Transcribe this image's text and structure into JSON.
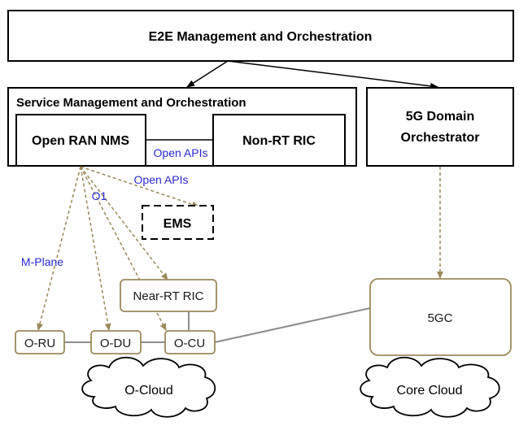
{
  "boxes": {
    "e2e": "E2E Management and Orchestration",
    "smo": "Service Management and Orchestration",
    "open_ran_nms": "Open RAN NMS",
    "non_rt_ric": "Non-RT RIC",
    "domain_orch_line1": "5G Domain",
    "domain_orch_line2": "Orchestrator",
    "ems": "EMS",
    "near_rt_ric": "Near-RT RIC",
    "o_ru": "O-RU",
    "o_du": "O-DU",
    "o_cu": "O-CU",
    "core_5gc": "5GC"
  },
  "labels": {
    "open_apis_between": "Open APIs",
    "open_apis_ems": "Open APIs",
    "o1": "O1",
    "m_plane": "M-Plane"
  },
  "clouds": {
    "o_cloud": "O-Cloud",
    "core_cloud": "Core Cloud"
  },
  "colors": {
    "olive": "#9b8a5a",
    "blue_label": "#2a2ad6",
    "link_gray": "#8c8c8c"
  }
}
